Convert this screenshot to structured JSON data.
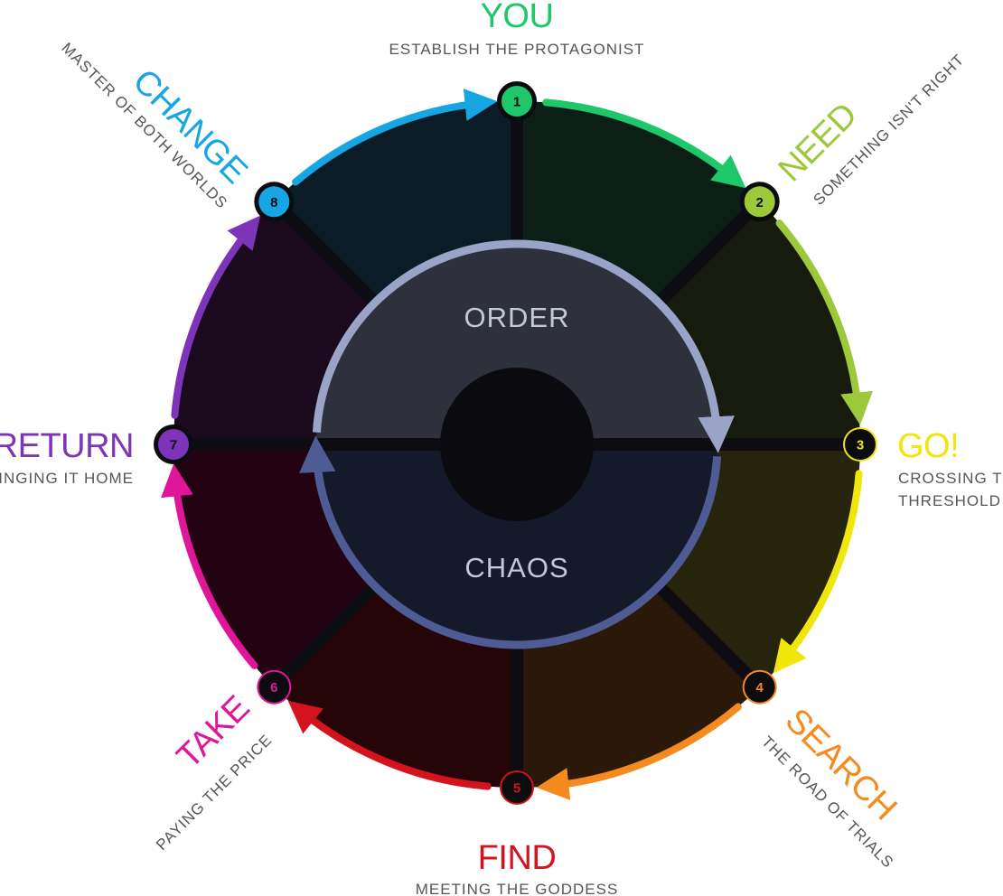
{
  "center": {
    "top_label": "ORDER",
    "bottom_label": "CHAOS"
  },
  "colors": {
    "inner_top_ring": "#9aa4c8",
    "inner_bottom_ring": "#4f5b95",
    "inner_top_fill": "#2e313b",
    "inner_bottom_fill": "#151a2a",
    "core": "#0b0b0f",
    "spokes": "#0c0c12"
  },
  "steps": [
    {
      "number": "1",
      "title": "YOU",
      "subtitle": "ESTABLISH THE PROTAGONIST",
      "color": "#1ec76a",
      "sector_fill": "#0c1f17"
    },
    {
      "number": "2",
      "title": "NEED",
      "subtitle": "SOMETHING ISN'T RIGHT",
      "color": "#9cc83a",
      "sector_fill": "#161b0e"
    },
    {
      "number": "3",
      "title": "GO!",
      "subtitle_lines": [
        "CROSSING THE",
        "THRESHOLD"
      ],
      "color": "#f1e60c",
      "sector_fill": "#26250b"
    },
    {
      "number": "4",
      "title": "SEARCH",
      "subtitle": "THE ROAD OF TRIALS",
      "color": "#f58a1f",
      "sector_fill": "#2a1808"
    },
    {
      "number": "5",
      "title": "FIND",
      "subtitle": "MEETING THE GODDESS",
      "color": "#d3141f",
      "sector_fill": "#260509"
    },
    {
      "number": "6",
      "title": "TAKE",
      "subtitle": "PAYING THE PRICE",
      "color": "#e0169a",
      "sector_fill": "#230312"
    },
    {
      "number": "7",
      "title": "RETURN",
      "subtitle": "BRINGING IT HOME",
      "color": "#7e34b8",
      "sector_fill": "#1b0a1e"
    },
    {
      "number": "8",
      "title": "CHANGE",
      "subtitle": "MASTER OF BOTH WORLDS",
      "color": "#16a6e4",
      "sector_fill": "#0b1c26"
    }
  ]
}
